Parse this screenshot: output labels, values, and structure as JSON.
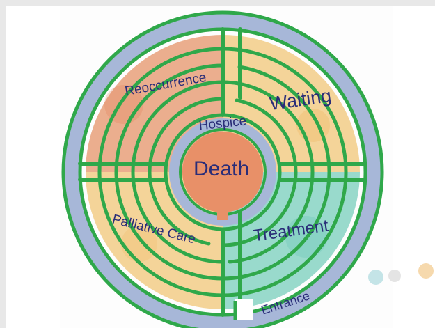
{
  "labels": {
    "center": "Death",
    "hospice": "Hospice",
    "reoccurrence": "Reoccurrence",
    "waiting": "Waiting",
    "treatment": "Treatment",
    "palliative": "Palliative Care",
    "entrance": "Entrance"
  },
  "colors": {
    "background": "#e8e8e8",
    "page": "#ffffff",
    "wall": "#2fa84a",
    "outer_ring": "#a7b7d8",
    "reoccurrence_fill": "#e8a07a",
    "waiting_fill": "#f3cf8e",
    "treatment_fill": "#8ed6c6",
    "palliative_fill": "#f3cf8e",
    "center_fill": "#e89068",
    "text": "#2a2d78"
  }
}
